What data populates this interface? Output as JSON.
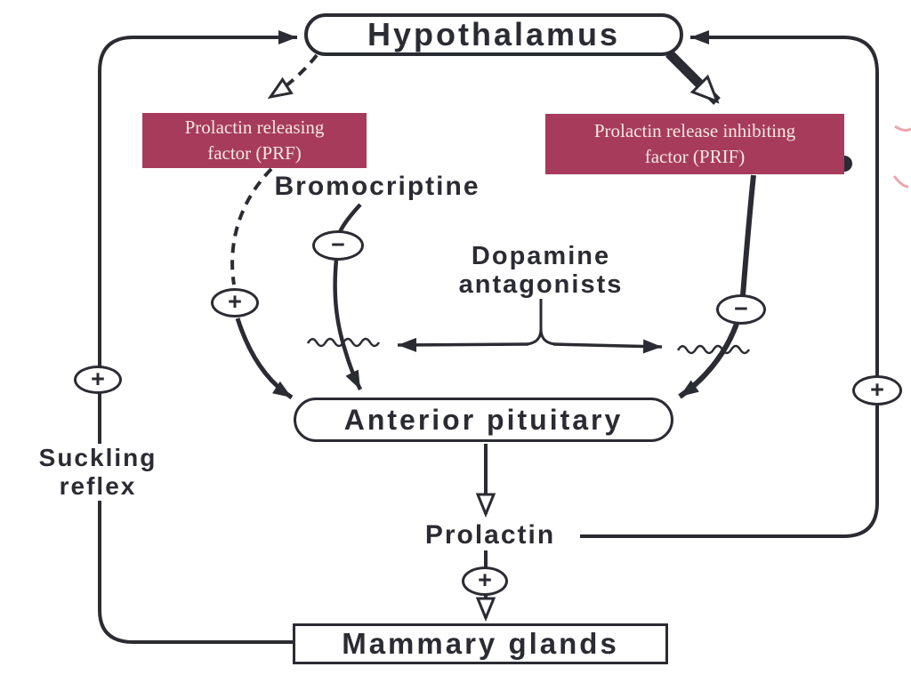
{
  "colors": {
    "line": "#2b2b33",
    "maroon_bg": "#a73b5c",
    "maroon_text": "#f3e9e1",
    "red_mark": "#d85f6a"
  },
  "nodes": {
    "hypothalamus": "Hypothalamus",
    "anterior_pituitary": "Anterior pituitary",
    "mammary_glands": "Mammary glands"
  },
  "overlays": {
    "prf": {
      "line1": "Prolactin releasing",
      "line2": "factor (PRF)"
    },
    "prif": {
      "line1": "Prolactin release inhibiting",
      "line2": "factor (PRIF)"
    }
  },
  "labels": {
    "bromocriptine": "Bromocriptine",
    "dopamine_line1": "Dopamine",
    "dopamine_line2": "antagonists",
    "prolactin": "Prolactin",
    "suckling_line1": "Suckling",
    "suckling_line2": "reflex"
  },
  "signs": {
    "plus": "+",
    "minus": "−"
  }
}
